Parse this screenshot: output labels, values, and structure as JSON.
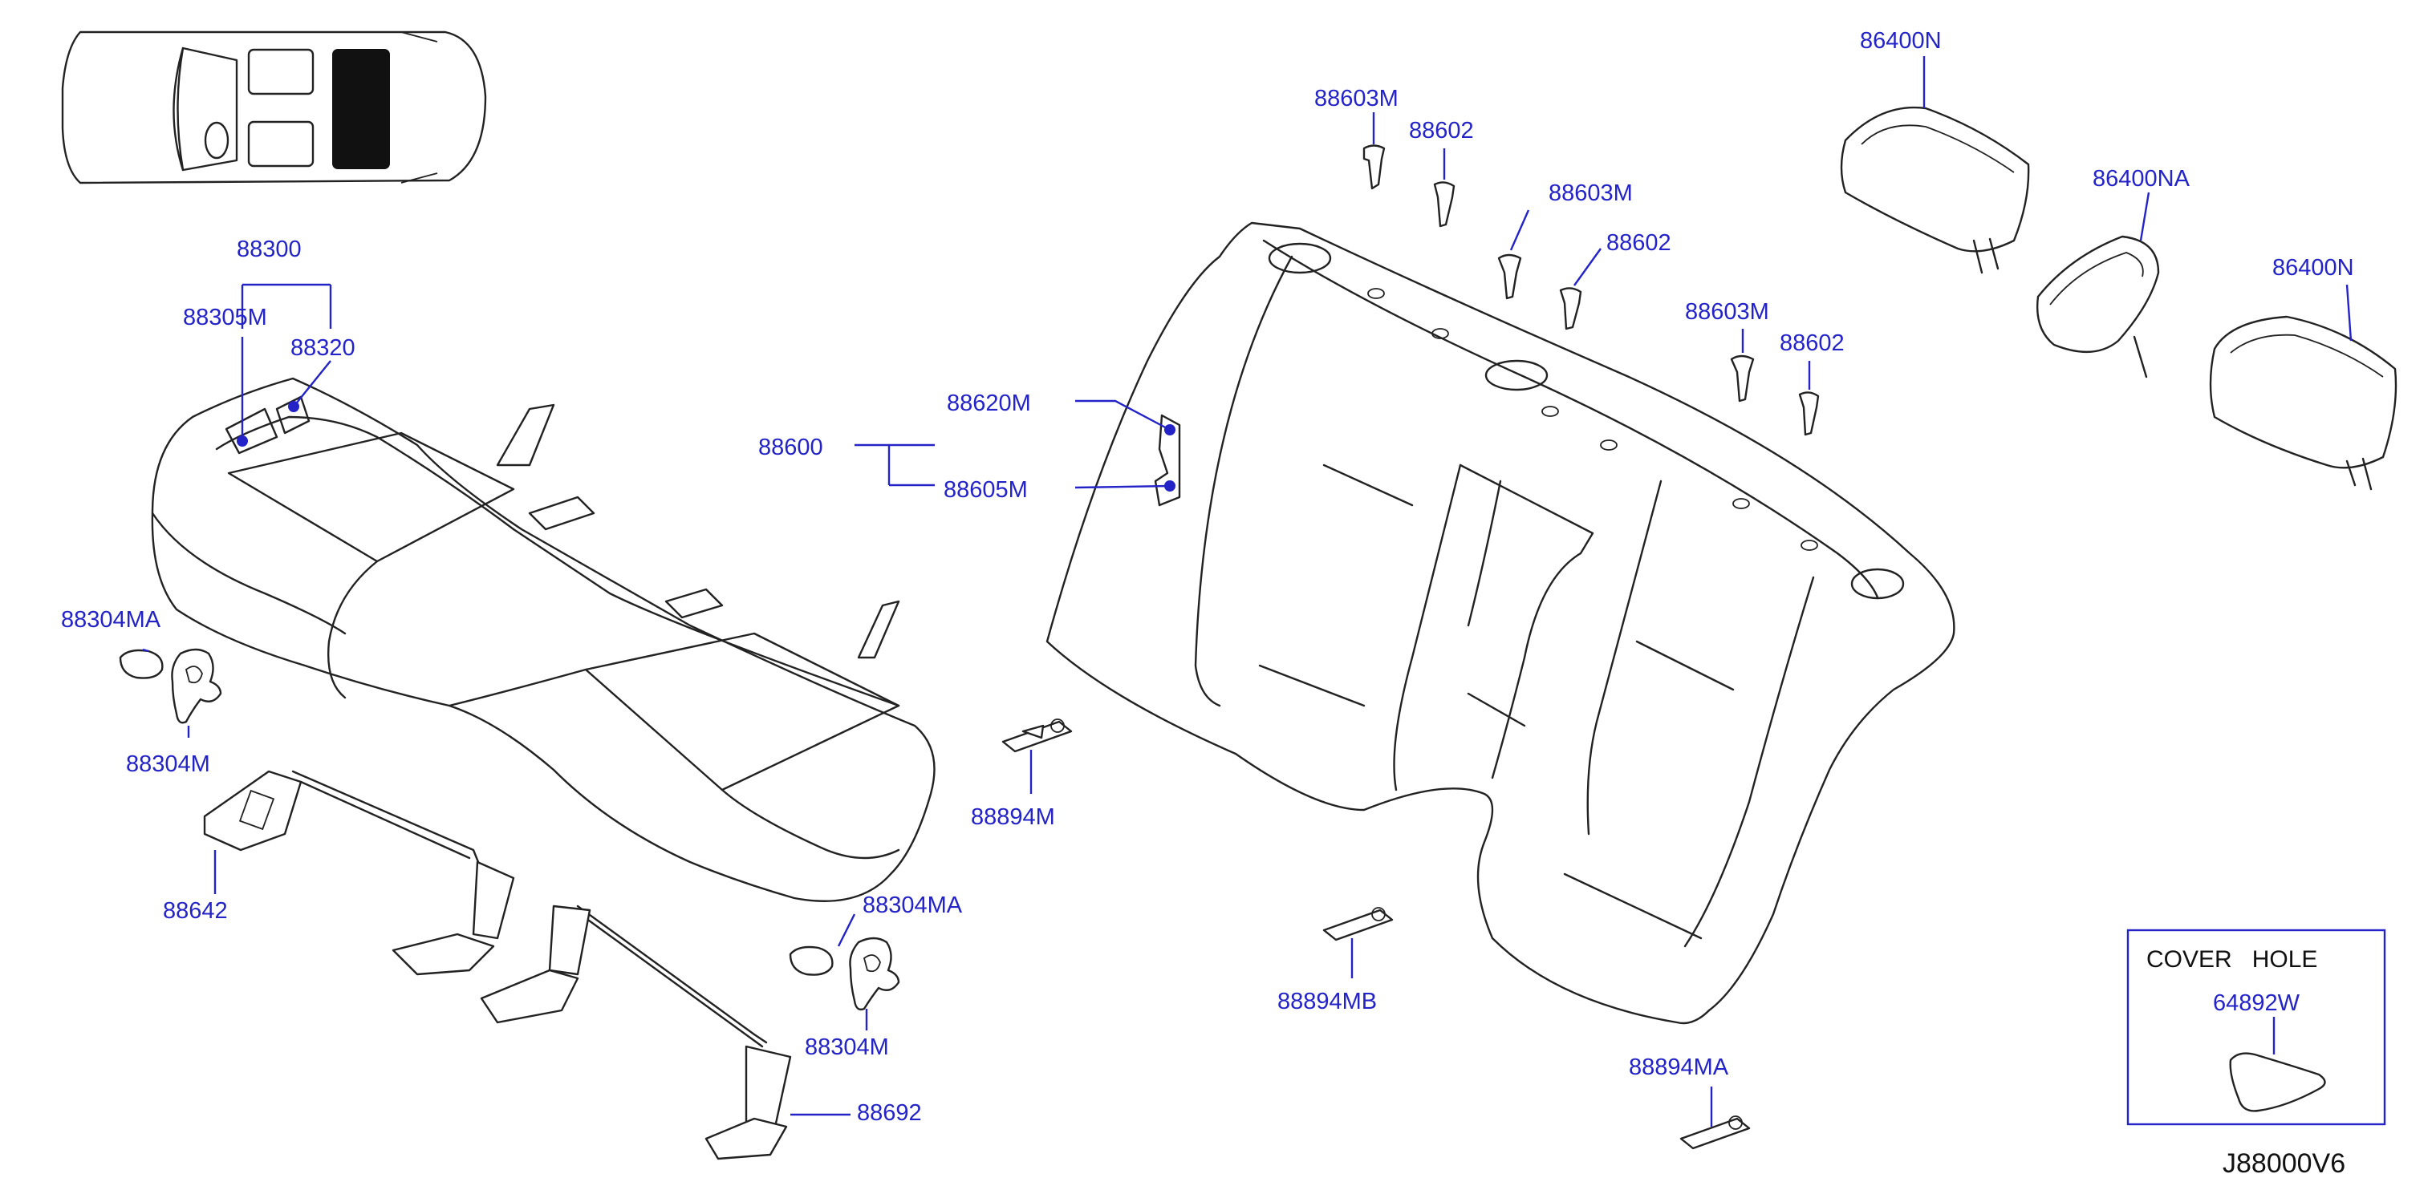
{
  "diagram": {
    "code": "J88000V6",
    "callouts": {
      "c88300": "88300",
      "c88305M": "88305M",
      "c88320": "88320",
      "c88304MA_left": "88304MA",
      "c88304M_left": "88304M",
      "c88642": "88642",
      "c88304MA_right": "88304MA",
      "c88304M_right": "88304M",
      "c88692": "88692",
      "c88600": "88600",
      "c88620M": "88620M",
      "c88605M": "88605M",
      "c88894M": "88894M",
      "c88894MB": "88894MB",
      "c88894MA": "88894MA",
      "c88603M_1": "88603M",
      "c88602_1": "88602",
      "c88603M_2": "88603M",
      "c88602_2": "88602",
      "c88603M_3": "88603M",
      "c88602_3": "88602",
      "c86400N_1": "86400N",
      "c86400NA": "86400NA",
      "c86400N_2": "86400N"
    },
    "cover_hole_box": {
      "title": "COVER   HOLE",
      "part": "64892W"
    }
  }
}
